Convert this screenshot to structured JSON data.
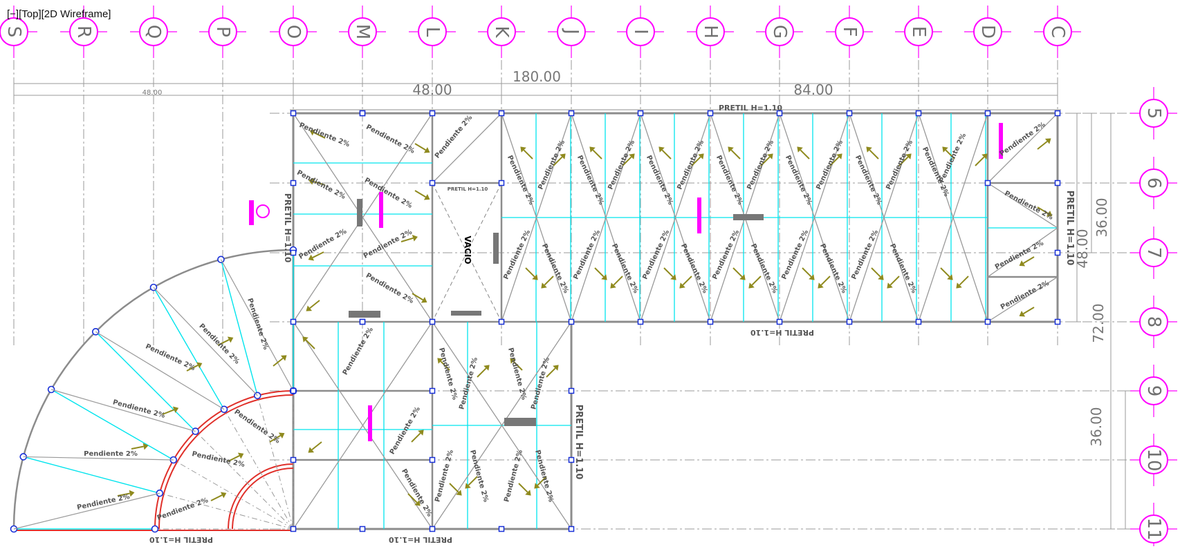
{
  "viewport": {
    "label": "[−][Top][2D Wireframe]"
  },
  "colors": {
    "background": "#ffffff",
    "grid_bubble": "#ff00ff",
    "grid_line": "#9a9a9a",
    "wall": "#8c8c8c",
    "cyan": "#00e5ee",
    "arrow": "#8f8a1e",
    "red_ring": "#e0302a",
    "node": "#1830d8"
  },
  "grid_columns": [
    "S",
    "R",
    "Q",
    "P",
    "O",
    "M",
    "L",
    "K",
    "J",
    "I",
    "H",
    "G",
    "F",
    "E",
    "D",
    "C"
  ],
  "grid_rows": [
    "5",
    "6",
    "7",
    "8",
    "9",
    "10",
    "11"
  ],
  "dimensions": {
    "overall_top": "180.00",
    "left_small": "48.00",
    "left_span": "48.00",
    "right_span": "84.00",
    "right_36_upper": "36.00",
    "right_48": "48.00",
    "right_72": "72.00",
    "right_36_lower": "36.00"
  },
  "labels": {
    "pretil": "PRETIL H=1.10",
    "vacio": "VACIO",
    "pendiente": "Pendiente 2%"
  }
}
